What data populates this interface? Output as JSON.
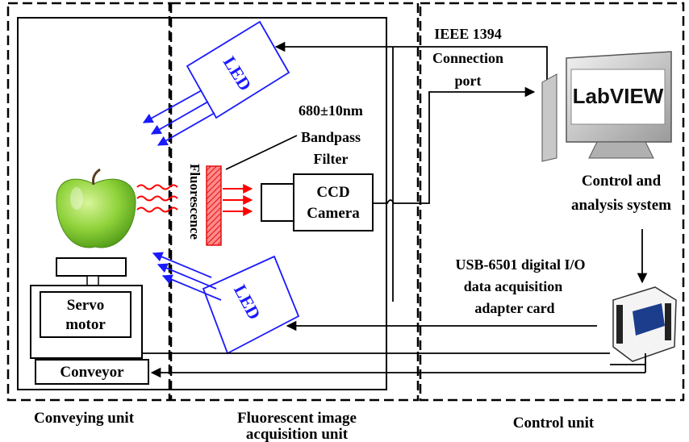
{
  "units": {
    "conveying": "Conveying unit",
    "fluorescent_line1": "Fluorescent image",
    "fluorescent_line2": "acquisition unit",
    "control": "Control unit"
  },
  "led_top": "LED",
  "led_bottom": "LED",
  "filter_line1": "680±10nm",
  "filter_line2": "Bandpass",
  "filter_line3": "Filter",
  "fluorescence": "Fluorescence",
  "camera_line1": "CCD",
  "camera_line2": "Camera",
  "ieee_line1": "IEEE 1394",
  "ieee_line2": "Connection",
  "ieee_line3": "port",
  "software_logo": "LabVIEW",
  "control_line1": "Control and",
  "control_line2": "analysis system",
  "usb_line1": "USB-6501 digital I/O",
  "usb_line2": "data acquisition",
  "usb_line3": "adapter card",
  "servo_line1": "Servo",
  "servo_line2": "motor",
  "conveyor": "Conveyor",
  "colors": {
    "led_blue": "#1a1aff",
    "filter_red": "#ff0000",
    "apple_green": "#8fd23a"
  }
}
